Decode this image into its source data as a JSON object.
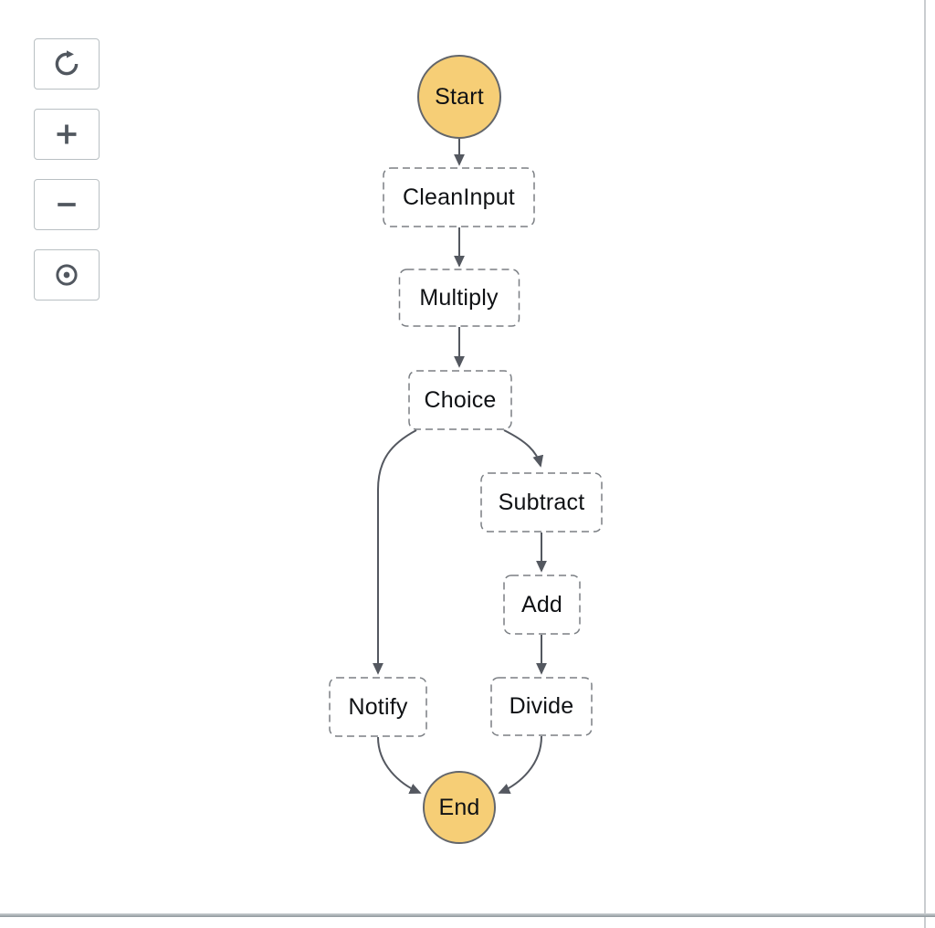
{
  "toolbar": {
    "buttons": [
      {
        "icon": "refresh-icon"
      },
      {
        "icon": "zoom-in-icon"
      },
      {
        "icon": "zoom-out-icon"
      },
      {
        "icon": "center-view-icon"
      }
    ]
  },
  "diagram": {
    "type": "state-machine-flowchart",
    "nodes": [
      {
        "id": "Start",
        "type": "start-circle",
        "label": "Start"
      },
      {
        "id": "CleanInput",
        "type": "state",
        "label": "CleanInput"
      },
      {
        "id": "Multiply",
        "type": "state",
        "label": "Multiply"
      },
      {
        "id": "Choice",
        "type": "choice-state",
        "label": "Choice"
      },
      {
        "id": "Subtract",
        "type": "state",
        "label": "Subtract"
      },
      {
        "id": "Add",
        "type": "state",
        "label": "Add"
      },
      {
        "id": "Notify",
        "type": "state",
        "label": "Notify"
      },
      {
        "id": "Divide",
        "type": "state",
        "label": "Divide"
      },
      {
        "id": "End",
        "type": "end-circle",
        "label": "End"
      }
    ],
    "edges": [
      {
        "from": "Start",
        "to": "CleanInput"
      },
      {
        "from": "CleanInput",
        "to": "Multiply"
      },
      {
        "from": "Multiply",
        "to": "Choice"
      },
      {
        "from": "Choice",
        "to": "Notify"
      },
      {
        "from": "Choice",
        "to": "Subtract"
      },
      {
        "from": "Subtract",
        "to": "Add"
      },
      {
        "from": "Add",
        "to": "Divide"
      },
      {
        "from": "Notify",
        "to": "End"
      },
      {
        "from": "Divide",
        "to": "End"
      }
    ],
    "colors": {
      "terminal_fill": "#F6CE76",
      "terminal_stroke": "#63666B",
      "state_border": "#7B7F84",
      "edge": "#545860",
      "label": "#0F1114",
      "canvas": "#FFFFFF"
    }
  }
}
